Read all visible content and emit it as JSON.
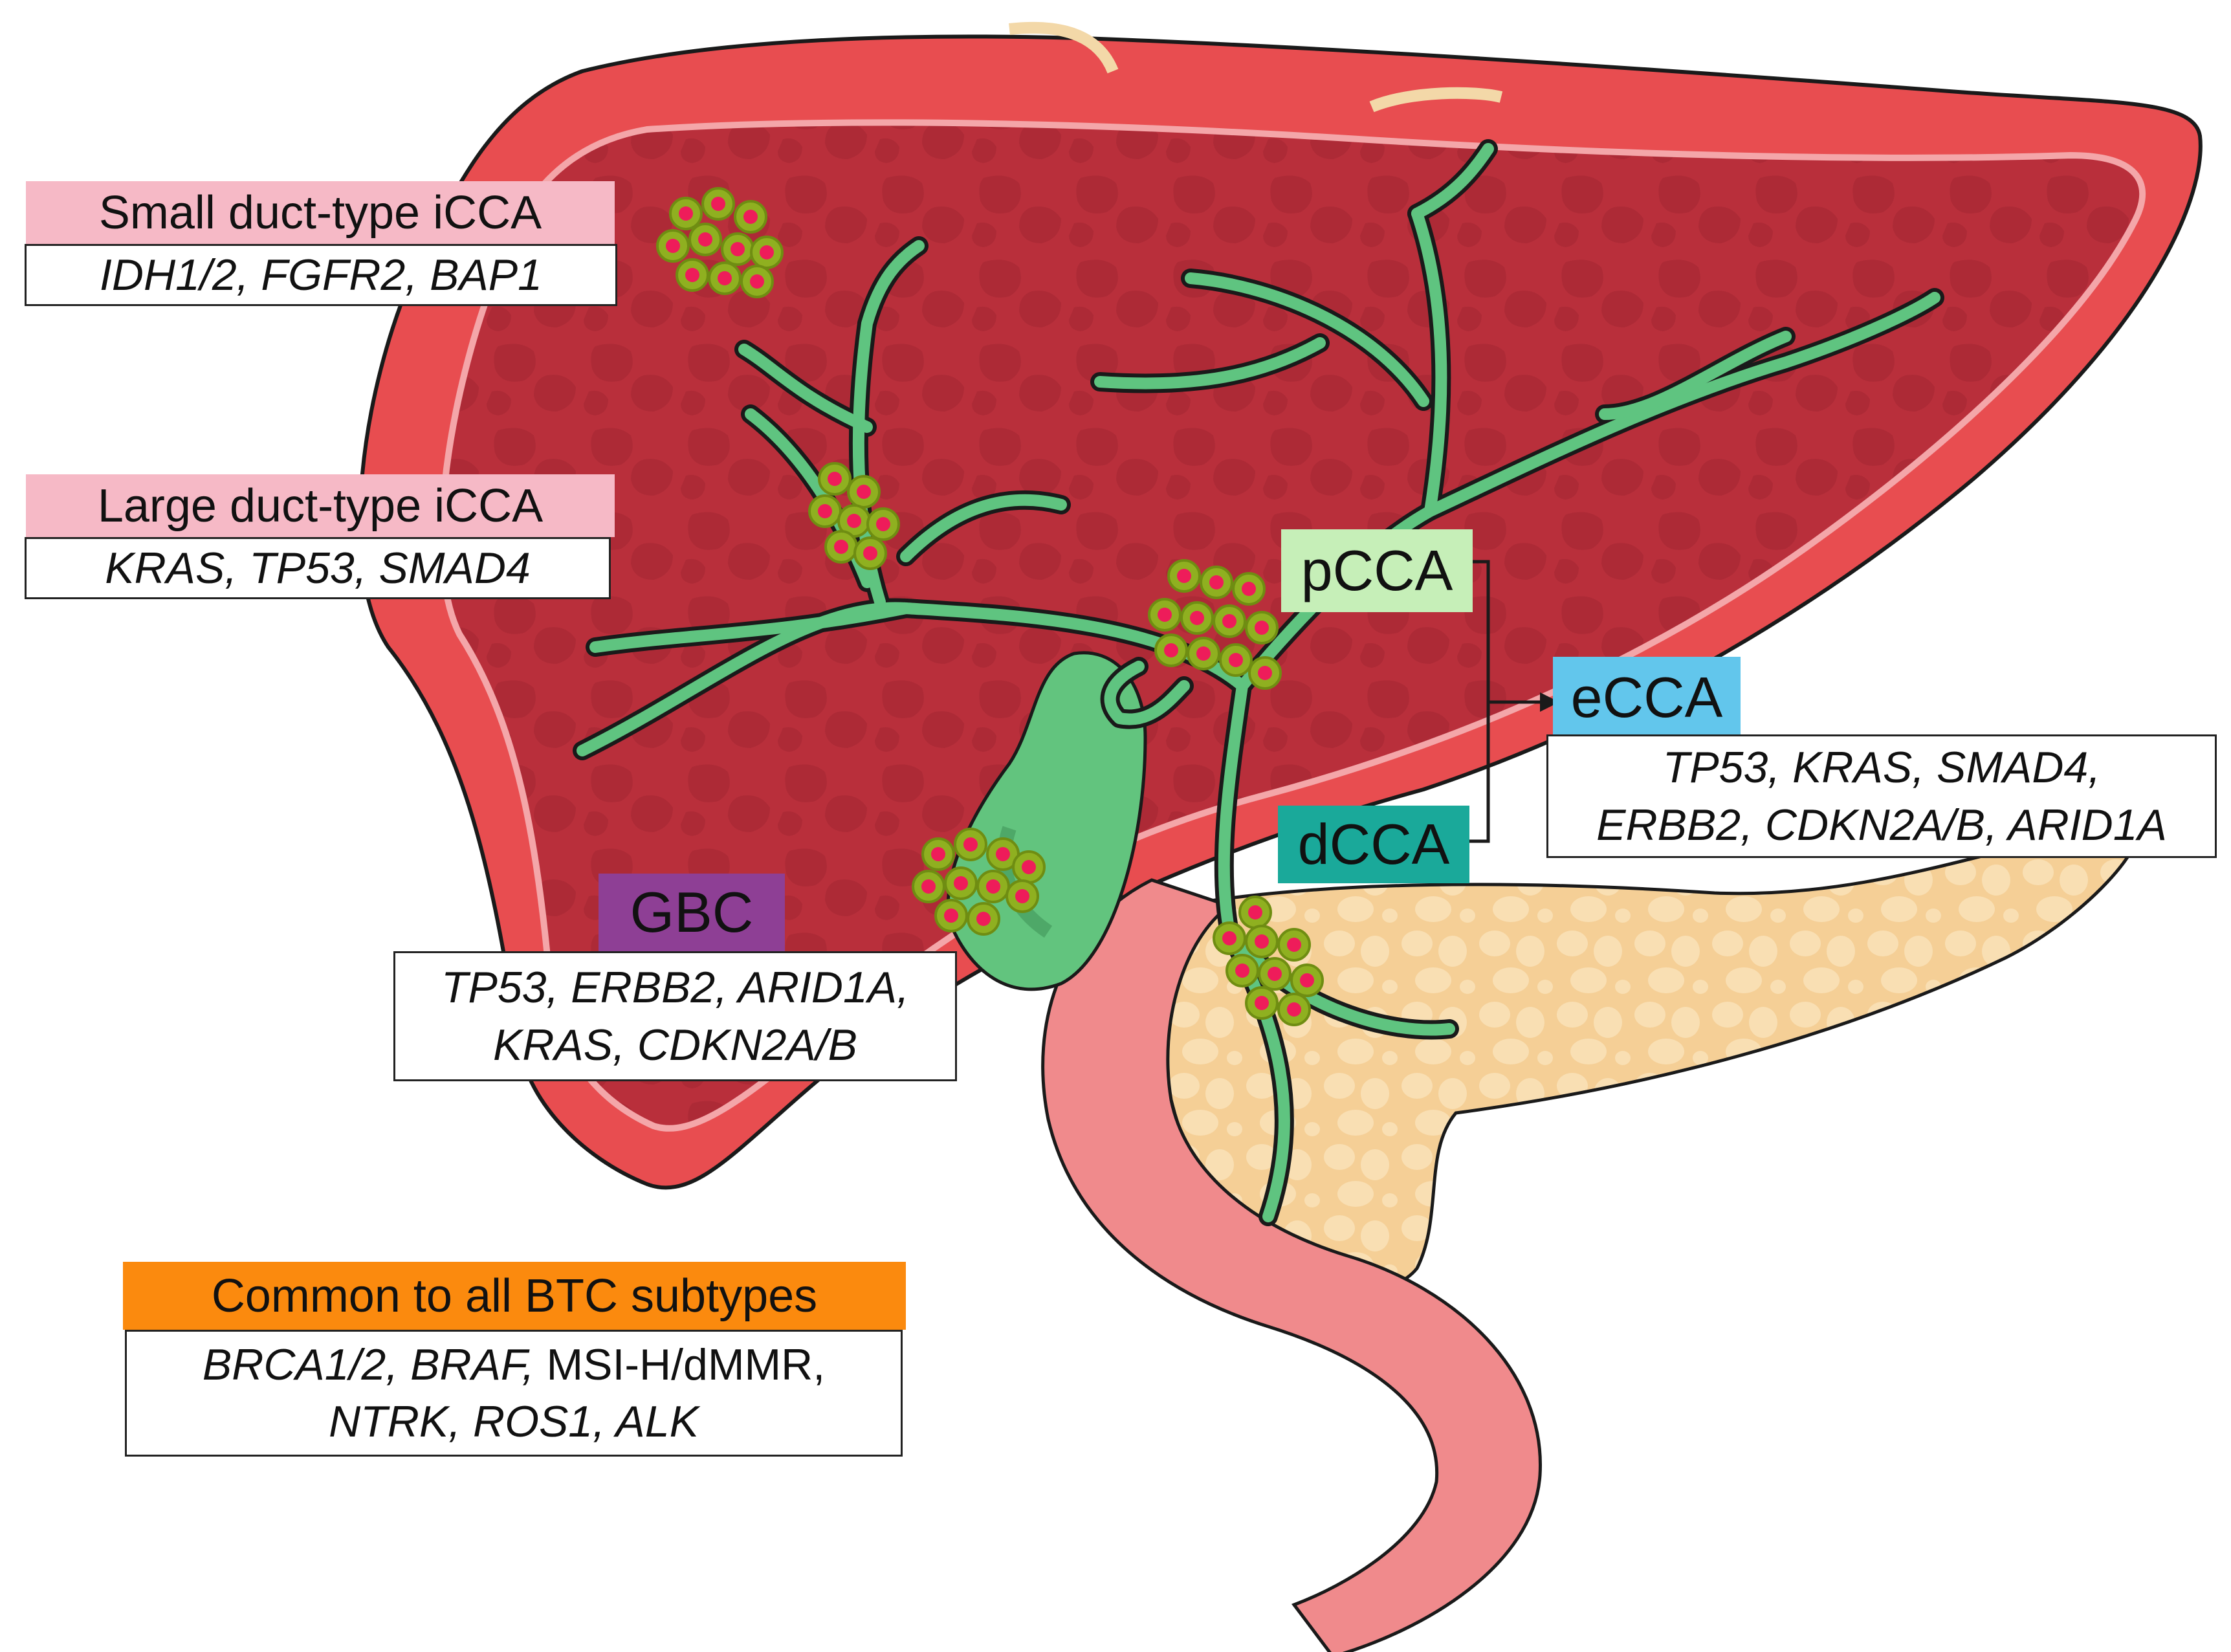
{
  "colors": {
    "liver_outer": "#e84d50",
    "liver_inner": "#b92f3b",
    "liver_outline": "#1a1a1a",
    "bile_duct": "#5fc480",
    "gallbladder": "#62c47e",
    "pancreas": "#f5cf96",
    "duodenum": "#f08a8c",
    "tumor_cell": "#8fb020",
    "tumor_nucleus": "#ee1c5a",
    "small_duct_label_bg": "#f6b9c6",
    "large_duct_label_bg": "#f6b9c6",
    "pcca_bg": "#c6efb8",
    "dcca_bg": "#1aa99a",
    "ecca_bg": "#62c6ec",
    "gbc_bg": "#8e3f95",
    "common_bg": "#fb8a0e"
  },
  "icons": [
    "liver-illustration",
    "bile-duct-tree",
    "gallbladder-illustration",
    "pancreas-illustration",
    "duodenum-illustration",
    "tumor-cluster-icon",
    "bracket-arrow-icon"
  ],
  "labels": {
    "small_duct": {
      "title": "Small duct-type iCCA",
      "genes": "IDH1/2, FGFR2, BAP1"
    },
    "large_duct": {
      "title": "Large duct-type iCCA",
      "genes": "KRAS, TP53, SMAD4"
    },
    "pcca": {
      "title": "pCCA"
    },
    "dcca": {
      "title": "dCCA"
    },
    "ecca": {
      "title": "eCCA",
      "genes_line1": "TP53, KRAS, SMAD4,",
      "genes_line2": "ERBB2, CDKN2A/B, ARID1A"
    },
    "gbc": {
      "title": "GBC",
      "genes_line1": "TP53, ERBB2, ARID1A,",
      "genes_line2": "KRAS, CDKN2A/B"
    },
    "common": {
      "title": "Common to all BTC subtypes",
      "line1_italic": "BRCA1/2, BRAF,",
      "line1_plain": " MSI-H/dMMR,",
      "line2": "NTRK, ROS1, ALK"
    }
  }
}
